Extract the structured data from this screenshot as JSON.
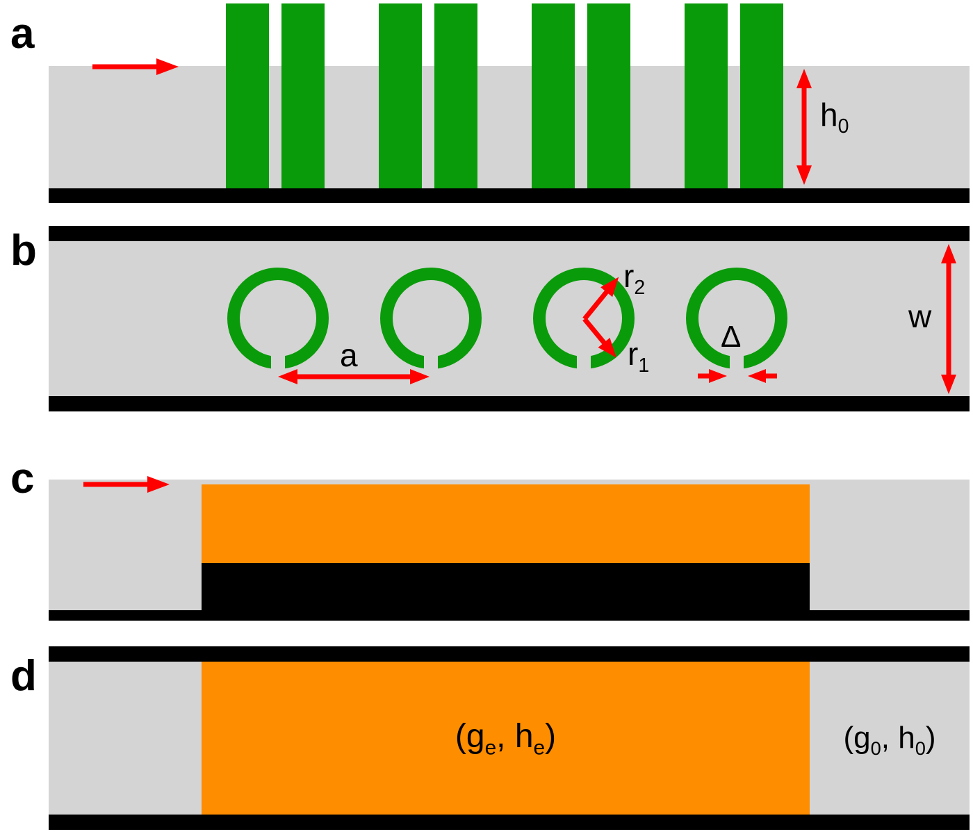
{
  "figure_labels": {
    "panel_a": "a",
    "panel_b": "b",
    "panel_c": "c",
    "panel_d": "d"
  },
  "annotations": {
    "a": {
      "height": {
        "base": "h",
        "sub": "0"
      }
    },
    "b": {
      "period": "a",
      "outer_radius": {
        "base": "r",
        "sub": "2"
      },
      "inner_radius": {
        "base": "r",
        "sub": "1"
      },
      "gap": "Δ",
      "width": "w"
    },
    "d": {
      "effective": {
        "p1": "(g",
        "s1": "e",
        "p2": ", h",
        "s2": "e",
        "p3": ")"
      },
      "unperturbed": {
        "p1": "(g",
        "s1": "0",
        "p2": ", h",
        "s2": "0",
        "p3": ")"
      }
    }
  },
  "colors": {
    "substrate_gray": "#d4d4d4",
    "resonator_green": "#0a9b0a",
    "metal_black": "#000000",
    "electrode_orange": "#ff8d00",
    "annotation_red": "#ff0000"
  },
  "icons": [
    "flow-arrow",
    "dimension-double-arrow",
    "radius-arrow",
    "gap-pointer-arrow"
  ]
}
